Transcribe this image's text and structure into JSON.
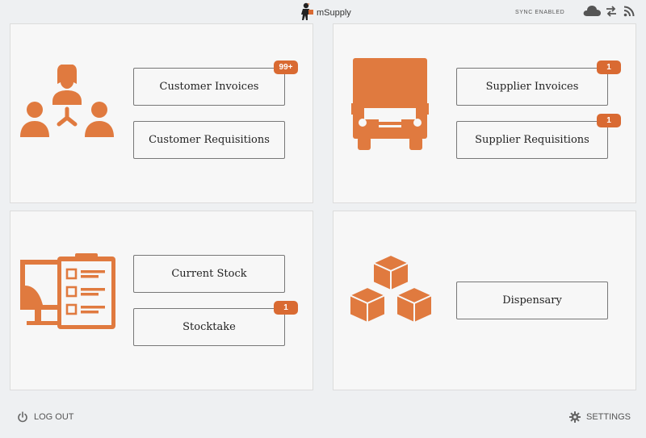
{
  "header": {
    "logo_text": "mSupply",
    "sync_status": "SYNC ENABLED",
    "icons": [
      "cloud-icon",
      "sync-arrows-icon",
      "rss-icon"
    ]
  },
  "panels": {
    "customer": {
      "icon": "customer-group-icon",
      "buttons": [
        {
          "label": "Customer Invoices",
          "badge": "99+"
        },
        {
          "label": "Customer Requisitions",
          "badge": null
        }
      ]
    },
    "supplier": {
      "icon": "truck-icon",
      "buttons": [
        {
          "label": "Supplier Invoices",
          "badge": "1"
        },
        {
          "label": "Supplier Requisitions",
          "badge": "1"
        }
      ]
    },
    "stock": {
      "icon": "stock-clipboard-icon",
      "buttons": [
        {
          "label": "Current Stock",
          "badge": null
        },
        {
          "label": "Stocktake",
          "badge": "1"
        }
      ]
    },
    "dispensary": {
      "icon": "boxes-icon",
      "buttons": [
        {
          "label": "Dispensary",
          "badge": null
        }
      ]
    }
  },
  "footer": {
    "logout_label": "LOG OUT",
    "settings_label": "SETTINGS"
  },
  "colors": {
    "accent": "#e07a3f",
    "badge": "#d96a32",
    "background": "#eef0f2",
    "panel": "#f7f7f7"
  }
}
